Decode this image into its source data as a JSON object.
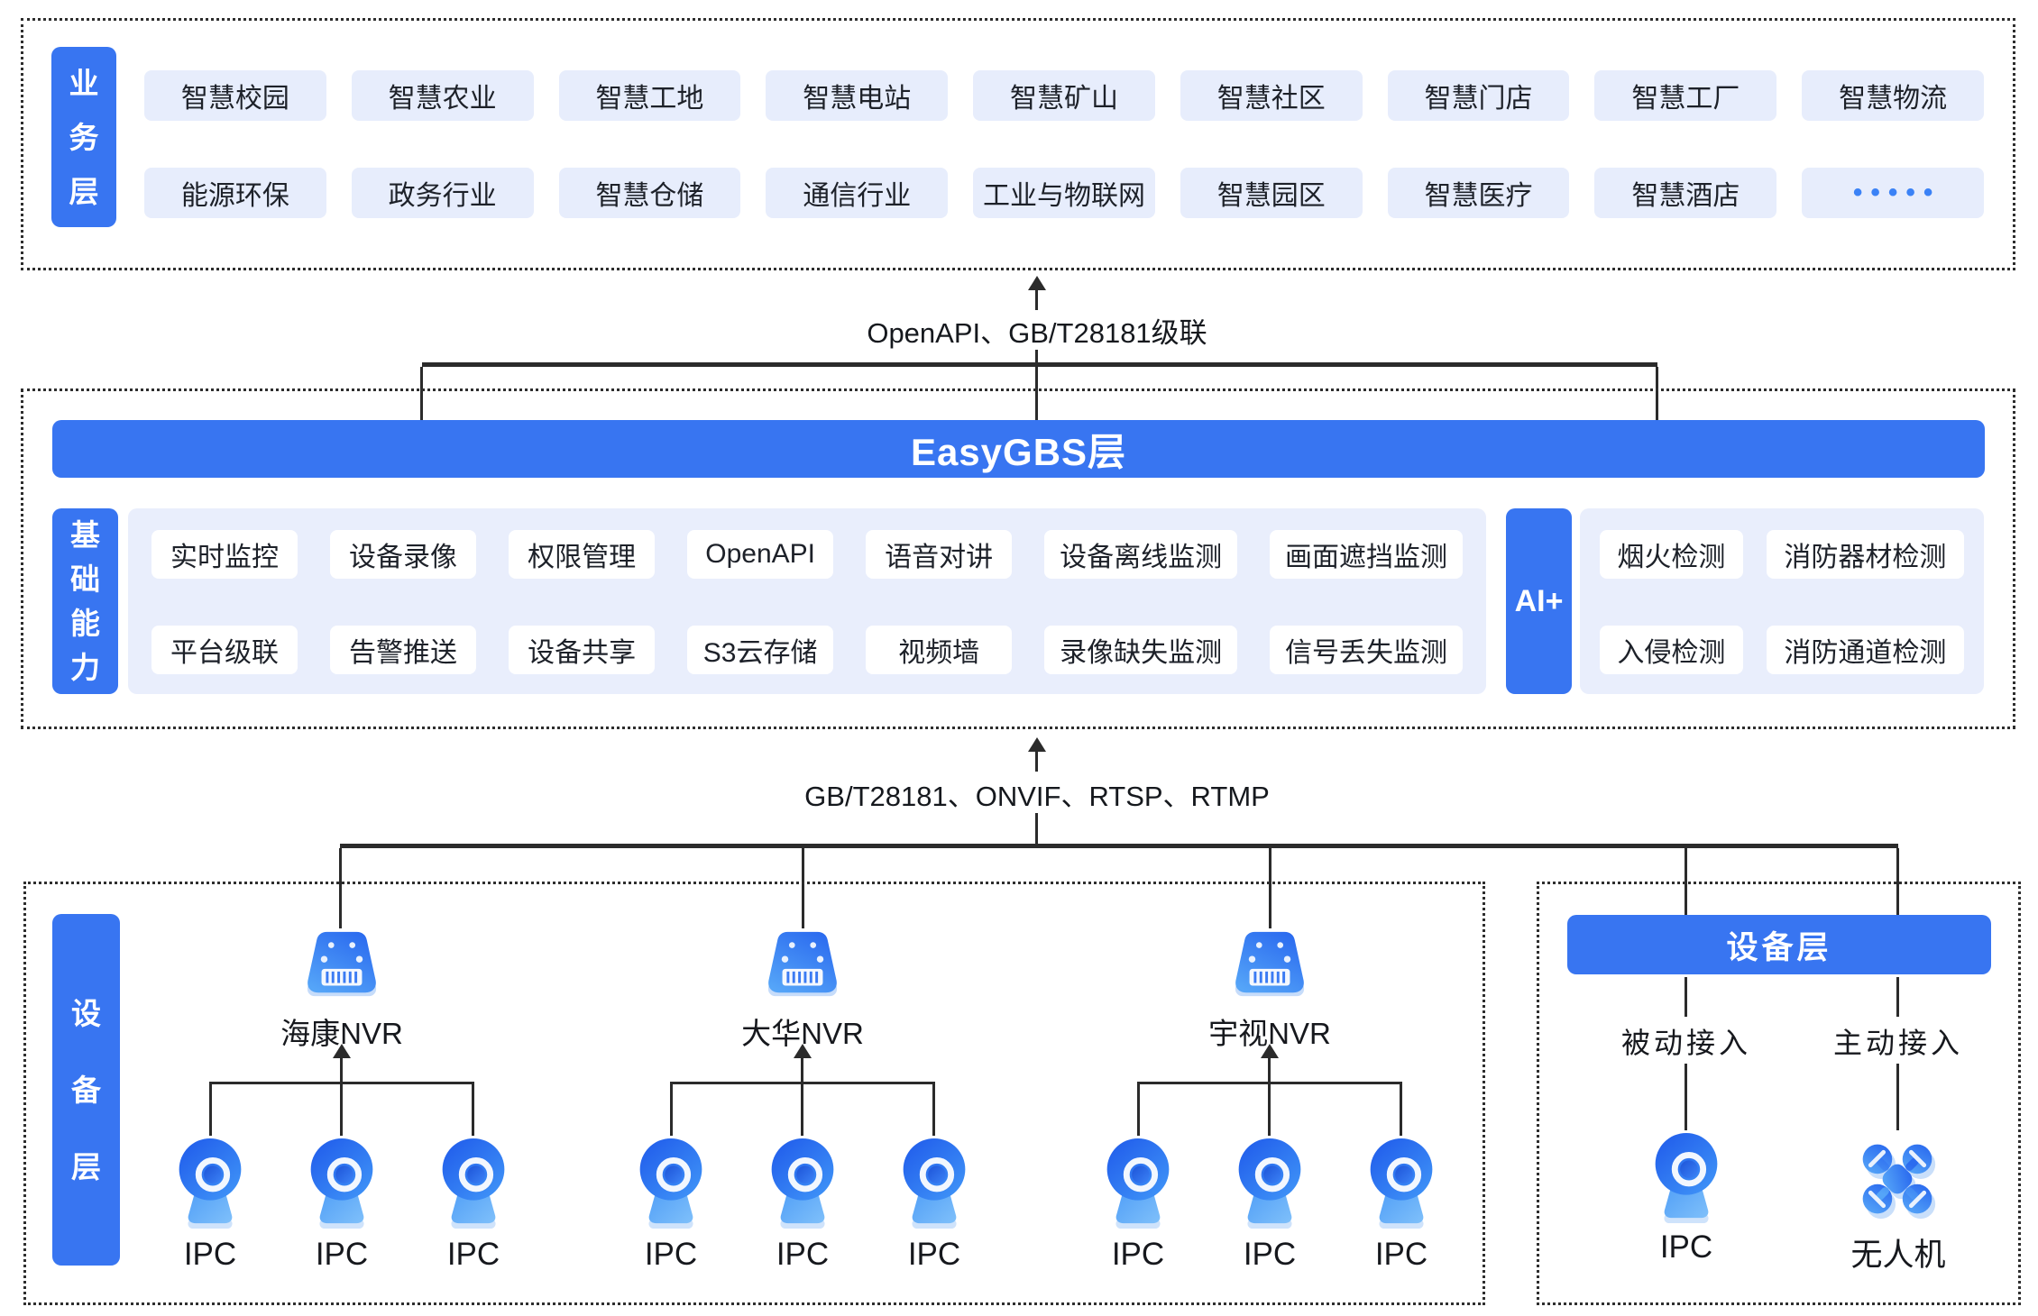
{
  "colors": {
    "accent_blue": "#3875F1",
    "chip_blue": "#E7EDFC",
    "panel_blue": "#E9EEFC",
    "line": "#2B2B2B",
    "text": "#1E2329",
    "dots_blue": "#3B82F6"
  },
  "business_layer": {
    "label": "业务层",
    "label_chars": [
      "业",
      "务",
      "层"
    ],
    "row1": [
      "智慧校园",
      "智慧农业",
      "智慧工地",
      "智慧电站",
      "智慧矿山",
      "智慧社区",
      "智慧门店",
      "智慧工厂",
      "智慧物流"
    ],
    "row2": [
      "能源环保",
      "政务行业",
      "智慧仓储",
      "通信行业",
      "工业与物联网",
      "智慧园区",
      "智慧医疗",
      "智慧酒店"
    ],
    "more_dots": "•••••"
  },
  "uplink": {
    "label": "OpenAPI、GB/T28181级联"
  },
  "easygbs_layer": {
    "banner": "EasyGBS层",
    "core": {
      "label": "基础能力",
      "label_chars": [
        "基",
        "础",
        "能",
        "力"
      ],
      "row1": [
        "实时监控",
        "设备录像",
        "权限管理",
        "OpenAPI",
        "语音对讲",
        "设备离线监测",
        "画面遮挡监测"
      ],
      "row2": [
        "平台级联",
        "告警推送",
        "设备共享",
        "S3云存储",
        "视频墙",
        "录像缺失监测",
        "信号丢失监测"
      ]
    },
    "ai": {
      "label": "AI+",
      "row1": [
        "烟火检测",
        "消防器材检测"
      ],
      "row2": [
        "入侵检测",
        "消防通道检测"
      ]
    }
  },
  "downlink": {
    "label": "GB/T28181、ONVIF、RTSP、RTMP"
  },
  "device_layer_left": {
    "label": "设备层",
    "label_chars": [
      "设",
      "备",
      "层"
    ],
    "groups": [
      {
        "nvr": "海康NVR",
        "icon": "nvr-icon",
        "ipcs": [
          "IPC",
          "IPC",
          "IPC"
        ]
      },
      {
        "nvr": "大华NVR",
        "icon": "nvr-icon",
        "ipcs": [
          "IPC",
          "IPC",
          "IPC"
        ]
      },
      {
        "nvr": "宇视NVR",
        "icon": "nvr-icon",
        "ipcs": [
          "IPC",
          "IPC",
          "IPC"
        ]
      }
    ]
  },
  "device_layer_right": {
    "banner": "设备层",
    "columns": [
      {
        "access": "被动接入",
        "device": "IPC",
        "icon": "ipc-camera-icon"
      },
      {
        "access": "主动接入",
        "device": "无人机",
        "icon": "drone-icon"
      }
    ]
  }
}
